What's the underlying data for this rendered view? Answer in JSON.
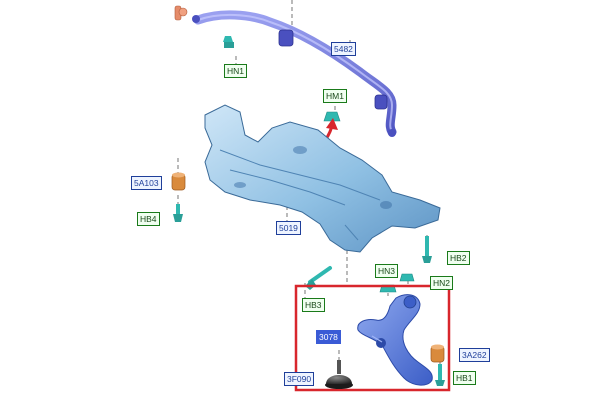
{
  "labels": {
    "hn1": "HN1",
    "p5482": "5482",
    "hm1": "HM1",
    "p5a103": "5A103",
    "hb4": "HB4",
    "p5019": "5019",
    "hb2": "HB2",
    "hn3": "HN3",
    "hn2": "HN2",
    "hb3": "HB3",
    "p3078": "3078",
    "p3a262": "3A262",
    "p3f090": "3F090",
    "hb1": "HB1"
  },
  "colors": {
    "stabilizer": "#6b6fd6",
    "subframe": "#9cc8e8",
    "control_arm": "#5b7fd6",
    "bushing": "#d98a3c",
    "fastener": "#2fb8b0",
    "highlight_box": "#d8262c",
    "arrow": "#d8262c",
    "leader_line": "#555555"
  }
}
